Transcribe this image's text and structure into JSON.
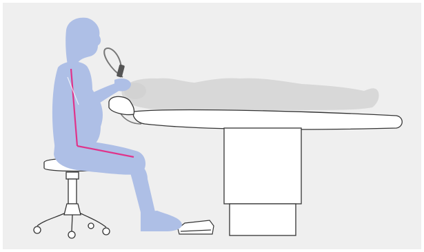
{
  "scene": {
    "subject": "seated-clinician-ergonomics",
    "colors": {
      "background": "#efefef",
      "frame": "#ffffff",
      "figure": "#aebfe6",
      "figure_shadow": "#9fb2de",
      "posture_line": "#e0338a",
      "patient": "#d8d8d8",
      "table_fill": "#ffffff",
      "table_stroke": "#333333",
      "stool_stroke": "#333333",
      "cable": "#777777"
    },
    "icons": [
      "clinician-figure",
      "posture-guide-lines",
      "saddle-stool",
      "patient-silhouette",
      "treatment-table",
      "handpiece-cable",
      "foot-pedal"
    ]
  }
}
